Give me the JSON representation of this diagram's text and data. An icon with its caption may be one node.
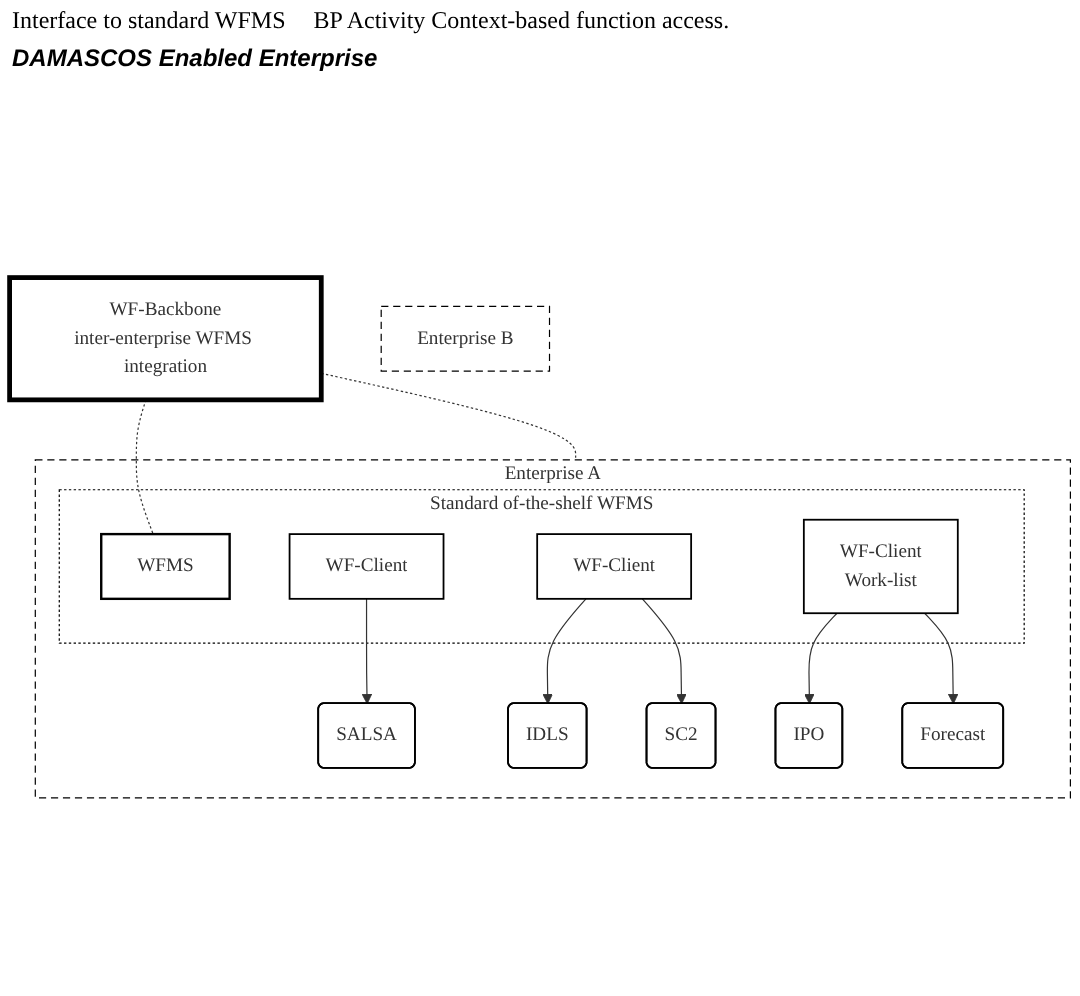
{
  "diagram": {
    "nodes": [
      {
        "text": [
          "WF-Backbone",
          "inter-enterprise WFMS integration"
        ]
      },
      {
        "text": [
          "Enterprise B"
        ]
      },
      {
        "text": [
          "Enterprise A"
        ]
      },
      {
        "text": [
          "Standard of-the-shelf WFMS"
        ],
        "in": 2
      },
      {
        "text": [
          "WFMS"
        ],
        "in": 3
      },
      {
        "text": [
          "WF-Client"
        ],
        "in": 3
      },
      {
        "text": [
          "WF-Client"
        ],
        "in": 3
      },
      {
        "text": [
          "WF-Client",
          "Work-list"
        ],
        "in": 3
      },
      {
        "text": [
          "SALSA"
        ],
        "in": 2
      },
      {
        "text": [
          "IDLS"
        ],
        "in": 2
      },
      {
        "text": [
          "IPO"
        ],
        "in": 2
      },
      {
        "text": [
          "SC2"
        ],
        "in": 2
      },
      {
        "text": [
          "Forecast"
        ],
        "in": 2
      }
    ],
    "edges": [
      {
        "from": 0,
        "to": 4,
        "arrow": "none",
        "style": "dashed"
      },
      {
        "from": 0,
        "to": 2,
        "arrow": "none",
        "style": "dashed"
      },
      {
        "from": 5,
        "to": 8,
        "arrow": "to"
      },
      {
        "from": 6,
        "to": 9,
        "arrow": "to"
      },
      {
        "from": 6,
        "to": 11,
        "arrow": "to"
      },
      {
        "from": 7,
        "to": 10,
        "arrow": "to"
      },
      {
        "from": 7,
        "to": 12,
        "arrow": "to"
      }
    ],
    "labels": [
      "Interface to standard WFMS",
      "BP Activity Context-based function access.",
      "DAMASCOS Enabled Enterprise"
    ]
  }
}
